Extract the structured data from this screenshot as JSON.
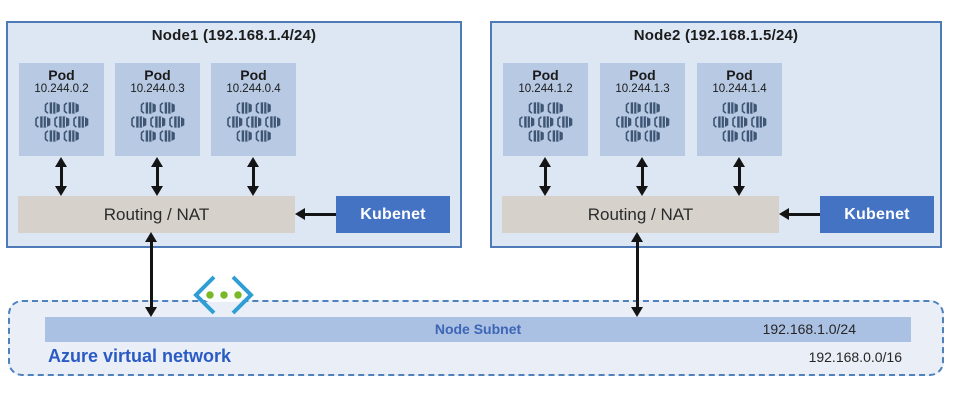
{
  "nodes": [
    {
      "title": "Node1 (192.168.1.4/24)",
      "router_label": "Routing / NAT",
      "agent_label": "Kubenet",
      "pods": [
        {
          "label": "Pod",
          "ip": "10.244.0.2"
        },
        {
          "label": "Pod",
          "ip": "10.244.0.3"
        },
        {
          "label": "Pod",
          "ip": "10.244.0.4"
        }
      ]
    },
    {
      "title": "Node2 (192.168.1.5/24)",
      "router_label": "Routing / NAT",
      "agent_label": "Kubenet",
      "pods": [
        {
          "label": "Pod",
          "ip": "10.244.1.2"
        },
        {
          "label": "Pod",
          "ip": "10.244.1.3"
        },
        {
          "label": "Pod",
          "ip": "10.244.1.4"
        }
      ]
    }
  ],
  "vnet": {
    "label": "Azure virtual network",
    "cidr": "192.168.0.0/16",
    "subnet": {
      "label": "Node Subnet",
      "cidr": "192.168.1.0/24"
    }
  },
  "icons": {
    "pod_icon": "container-cluster-icon",
    "vnet_icon": "virtual-network-icon"
  },
  "colors": {
    "node_fill": "#dde6f3",
    "node_border": "#4f7ab8",
    "pod_fill": "#b7c9e3",
    "pod_icon": "#3e5674",
    "router_fill": "#d6d2cb",
    "kubenet_fill": "#4573c4",
    "subnet_bar_fill": "#aac1e3",
    "vnet_fill": "#e9eef7",
    "vnet_border": "#4f81bd",
    "vnet_label_text": "#2a5ac4",
    "subnet_label_text": "#3d65b5",
    "arrow": "#141414",
    "vnet_icon_chevron": "#2e9ed4",
    "vnet_icon_dot": "#79b928"
  }
}
